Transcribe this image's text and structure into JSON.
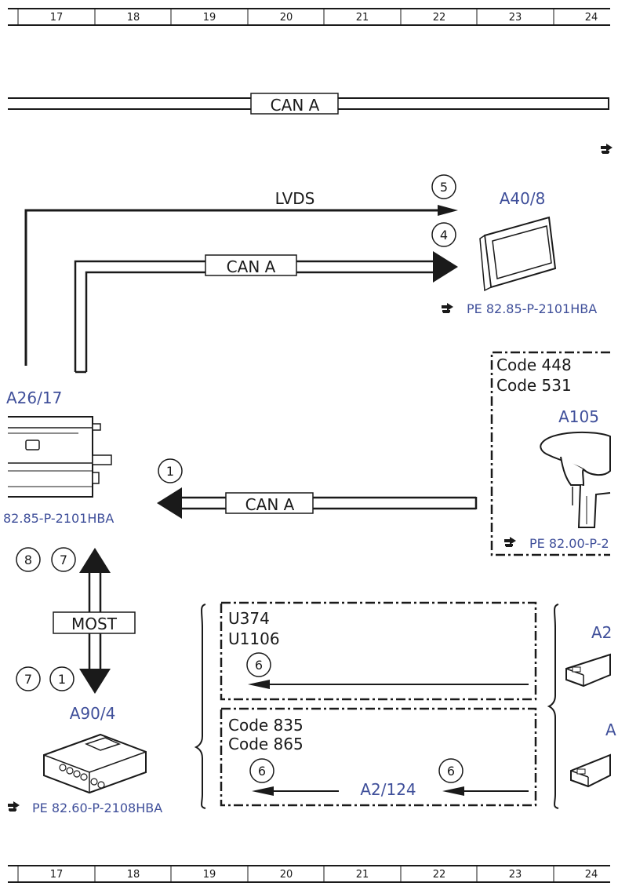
{
  "grid": {
    "columns": [
      "17",
      "18",
      "19",
      "20",
      "21",
      "22",
      "23",
      "24"
    ]
  },
  "buses": {
    "top_can": "CAN A",
    "lvds": "LVDS",
    "display_can": "CAN A",
    "a105_can": "CAN A",
    "most": "MOST"
  },
  "components": {
    "a40_8": {
      "id": "A40/8",
      "ref": "PE 82.85-P-2101HBA"
    },
    "a26_17": {
      "id": "A26/17",
      "ref": "82.85-P-2101HBA"
    },
    "a105": {
      "id": "A105",
      "ref": "PE 82.00-P-2",
      "codes": [
        "Code 448",
        "Code 531"
      ]
    },
    "a90_4": {
      "id": "A90/4",
      "ref": "PE 82.60-P-2108HBA"
    },
    "a2_124": {
      "id": "A2/124"
    },
    "a2_partial_top": {
      "id": "A2"
    },
    "a2_partial_bottom": {
      "id": "A"
    }
  },
  "boxes": {
    "u_box": {
      "codes": [
        "U374",
        "U1106"
      ]
    },
    "code_box": {
      "codes": [
        "Code 835",
        "Code 865"
      ]
    }
  },
  "callouts": {
    "c5": "5",
    "c4": "4",
    "c1_can": "1",
    "c8": "8",
    "c7_up": "7",
    "c7_down": "7",
    "c1_down": "1",
    "c6_u": "6",
    "c6_left": "6",
    "c6_right": "6"
  },
  "icons": {
    "ref": "pointing-hand-icon"
  }
}
